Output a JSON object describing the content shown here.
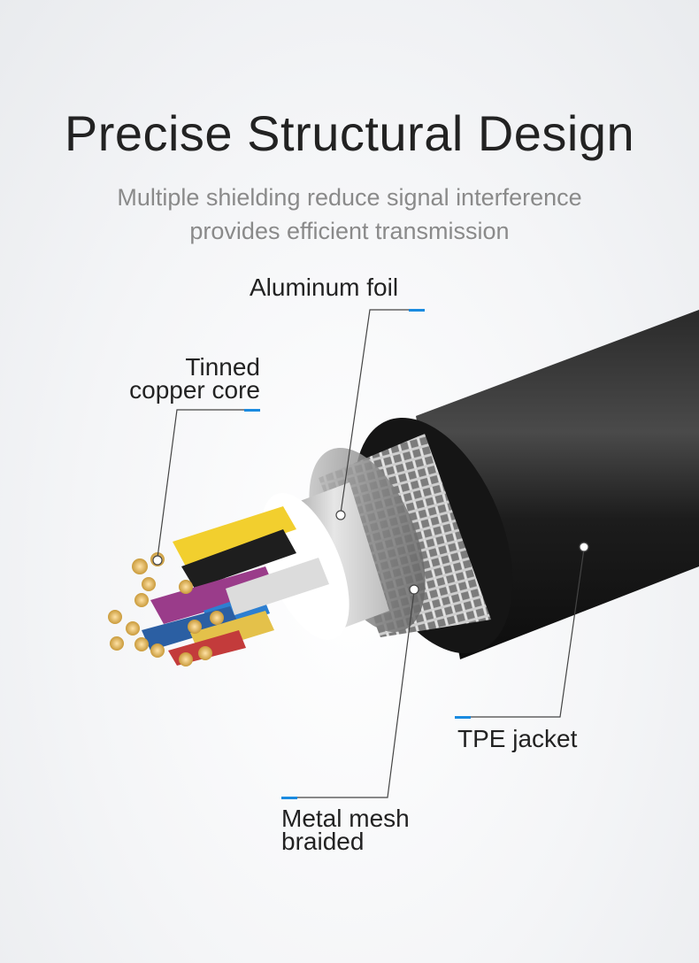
{
  "header": {
    "title": "Precise Structural Design",
    "subtitle_line1": "Multiple shielding reduce signal interference",
    "subtitle_line2": "provides efficient transmission"
  },
  "labels": {
    "aluminum_foil": "Aluminum foil",
    "tinned_copper_core_line1": "Tinned",
    "tinned_copper_core_line2": "copper core",
    "tpe_jacket": "TPE jacket",
    "metal_mesh_line1": "Metal mesh",
    "metal_mesh_line2": "braided"
  },
  "colors": {
    "accent": "#1a8be0",
    "title": "#222222",
    "subtitle": "#8a8a8a",
    "jacket": "#1b1b1b"
  }
}
